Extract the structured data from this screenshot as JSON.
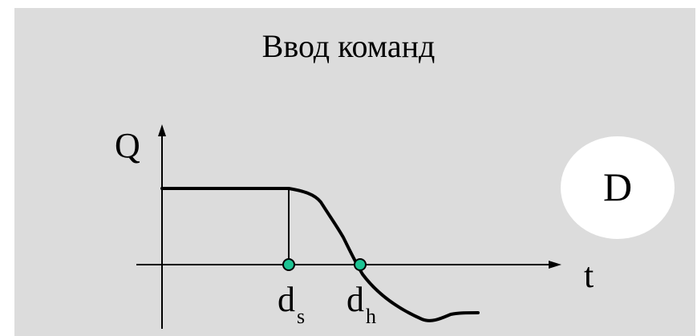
{
  "title": "Ввод команд",
  "badge": "D",
  "axes": {
    "y_label": "Q",
    "x_label": "t"
  },
  "markers": [
    {
      "main": "d",
      "sub": "s"
    },
    {
      "main": "d",
      "sub": "h"
    }
  ],
  "colors": {
    "panel": "#dcdcdc",
    "marker_fill": "#1dc494",
    "curve": "#000000"
  }
}
